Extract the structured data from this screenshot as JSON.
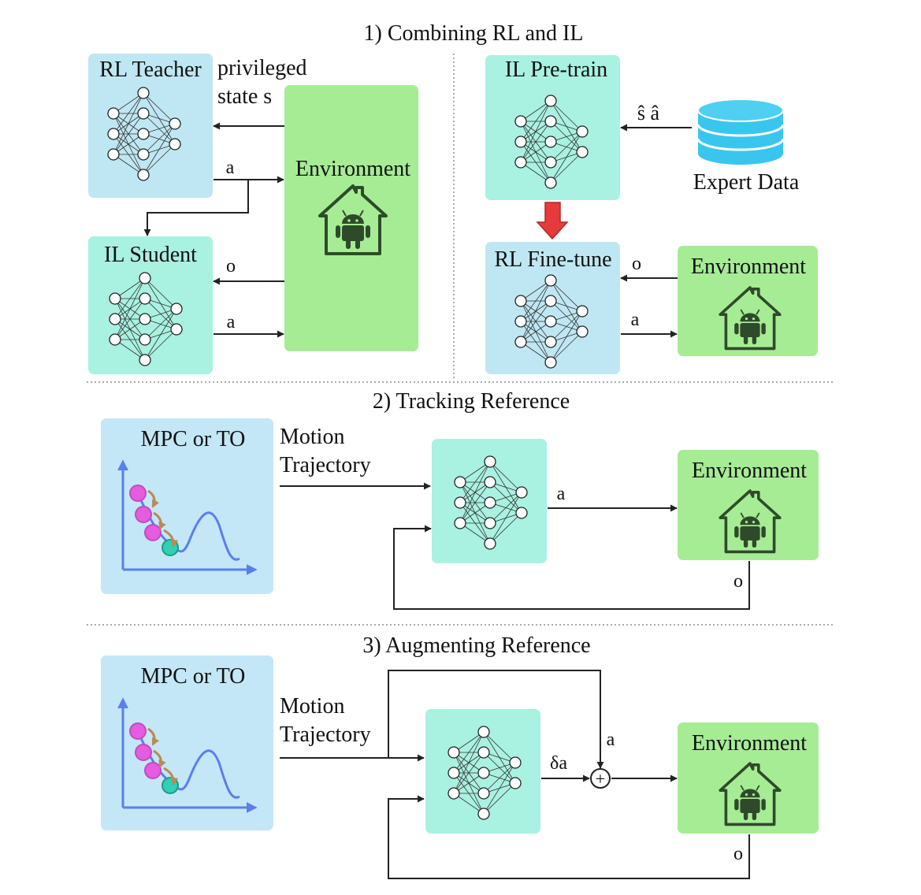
{
  "sections": {
    "combining": "1) Combining RL and IL",
    "tracking": "2) Tracking Reference",
    "augmenting": "3) Augmenting Reference"
  },
  "panel1": {
    "rl_teacher": "RL Teacher",
    "il_student": "IL Student",
    "privileged_line1": "privileged",
    "privileged_line2": "state s",
    "environment": "Environment",
    "action_teacher": "a",
    "obs_student": "o",
    "action_student": "a"
  },
  "panel2": {
    "il_pretrain": "IL Pre-train",
    "rl_finetune": "RL Fine-tune",
    "expert_data": "Expert Data",
    "expert_labels": "ŝ  â",
    "environment": "Environment",
    "obs": "o",
    "action": "a"
  },
  "panel3": {
    "mpc_title": "MPC or TO",
    "motion_line1": "Motion",
    "motion_line2": "Trajectory",
    "action": "a",
    "environment": "Environment",
    "obs": "o"
  },
  "panel4": {
    "mpc_title": "MPC or TO",
    "motion_line1": "Motion",
    "motion_line2": "Trajectory",
    "delta_action": "δa",
    "action": "a",
    "sum_symbol": "+",
    "environment": "Environment",
    "obs": "o"
  },
  "icons": [
    "neural-network-icon",
    "robot-house-icon",
    "database-icon",
    "trajectory-plot-icon"
  ],
  "colors": {
    "teacher_box": "#bfe7f3",
    "student_box": "#a9f1e1",
    "environment_box": "#a6ec95",
    "mpc_box": "#c3e7f6",
    "down_arrow": "#e63b3b",
    "database": "#39c6ee",
    "android_icon": "#2f4a2a",
    "trajectory_curve": "#5a7ef0",
    "reference_points": "#e55ce0",
    "current_point": "#2fd0b4",
    "prediction_arrows": "#b98a52"
  }
}
